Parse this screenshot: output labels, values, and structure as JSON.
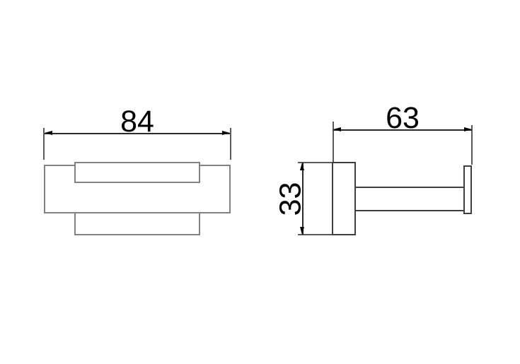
{
  "drawing": {
    "type": "technical-dimension-drawing",
    "description": "Two orthographic views of a wall-mounted bathroom fixture (double hook / holder) with linear dimensions",
    "background_color": "#ffffff",
    "line_colors": {
      "object_front_view": "#828282",
      "object_side_view": "#3f3f3f",
      "dimension_lines": "#2b2b2b",
      "arrows_and_text": "#000000"
    },
    "front_view": {
      "width_dim": {
        "value": "84"
      }
    },
    "side_view": {
      "width_dim": {
        "value": "63"
      },
      "height_dim": {
        "value": "33"
      }
    }
  }
}
